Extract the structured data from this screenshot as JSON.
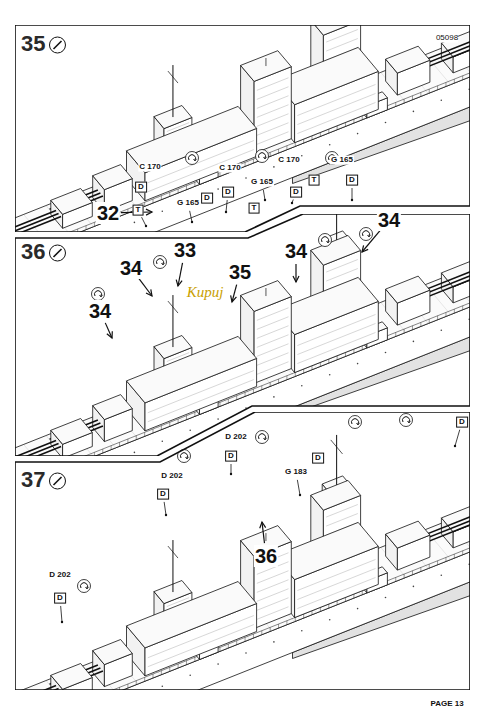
{
  "diagram": {
    "nodes": [
      {
        "text": [
          "35"
        ]
      },
      {
        "text": [
          "36"
        ]
      },
      {
        "text": [
          "37"
        ]
      }
    ],
    "labels": [
      "05098",
      "C 170",
      "D",
      "T",
      "G 165",
      "D",
      "C 170",
      "D",
      "T",
      "G 165",
      "C 170",
      "D",
      "T",
      "G 165",
      "D",
      "32",
      "33",
      "34",
      "35",
      "34",
      "34",
      "34",
      "Kupuj",
      "D 202",
      "D",
      "D 202",
      "D",
      "D 202",
      "D",
      "36",
      "G 183",
      "D",
      "D",
      "PAGE 13"
    ]
  }
}
